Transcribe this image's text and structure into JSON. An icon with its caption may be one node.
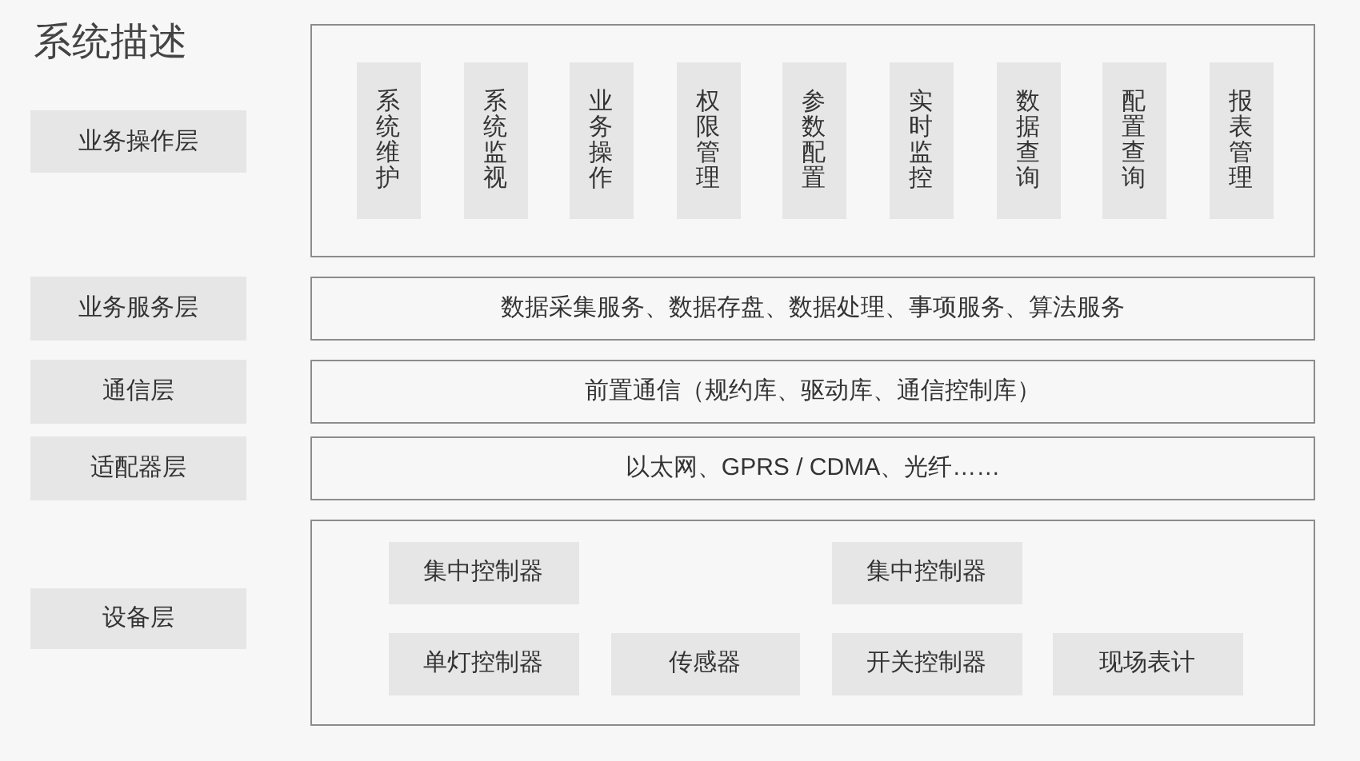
{
  "diagram": {
    "title": "系统描述",
    "nodes": [
      {
        "text": [
          "业务操作层"
        ]
      },
      {
        "text": [],
        "shape": "box"
      },
      {
        "text": [
          "系统维护"
        ],
        "in": 1
      },
      {
        "text": [
          "系统监视"
        ],
        "in": 1
      },
      {
        "text": [
          "业务操作"
        ],
        "in": 1
      },
      {
        "text": [
          "权限管理"
        ],
        "in": 1
      },
      {
        "text": [
          "参数配置"
        ],
        "in": 1
      },
      {
        "text": [
          "实时监控"
        ],
        "in": 1
      },
      {
        "text": [
          "数据查询"
        ],
        "in": 1
      },
      {
        "text": [
          "配置查询"
        ],
        "in": 1
      },
      {
        "text": [
          "报表管理"
        ],
        "in": 1
      },
      {
        "text": [
          "业务服务层"
        ]
      },
      {
        "text": [
          "数据采集服务、数据存盘、数据处理、事项服务、算法服务"
        ]
      },
      {
        "text": [
          "通信层"
        ]
      },
      {
        "text": [
          "前置通信（规约库、驱动库、通信控制库）"
        ]
      },
      {
        "text": [
          "适配器层"
        ]
      },
      {
        "text": [
          "以太网、GPRS / CDMA、光纤……"
        ]
      },
      {
        "text": [
          "设备层"
        ]
      },
      {
        "text": [],
        "shape": "box"
      },
      {
        "text": [
          "集中控制器"
        ],
        "in": 18
      },
      {
        "text": [
          "集中控制器"
        ],
        "in": 18
      },
      {
        "text": [
          "单灯控制器"
        ],
        "in": 18
      },
      {
        "text": [
          "传感器"
        ],
        "in": 18
      },
      {
        "text": [
          "开关控制器"
        ],
        "in": 18
      },
      {
        "text": [
          "现场表计"
        ],
        "in": 18
      }
    ]
  }
}
